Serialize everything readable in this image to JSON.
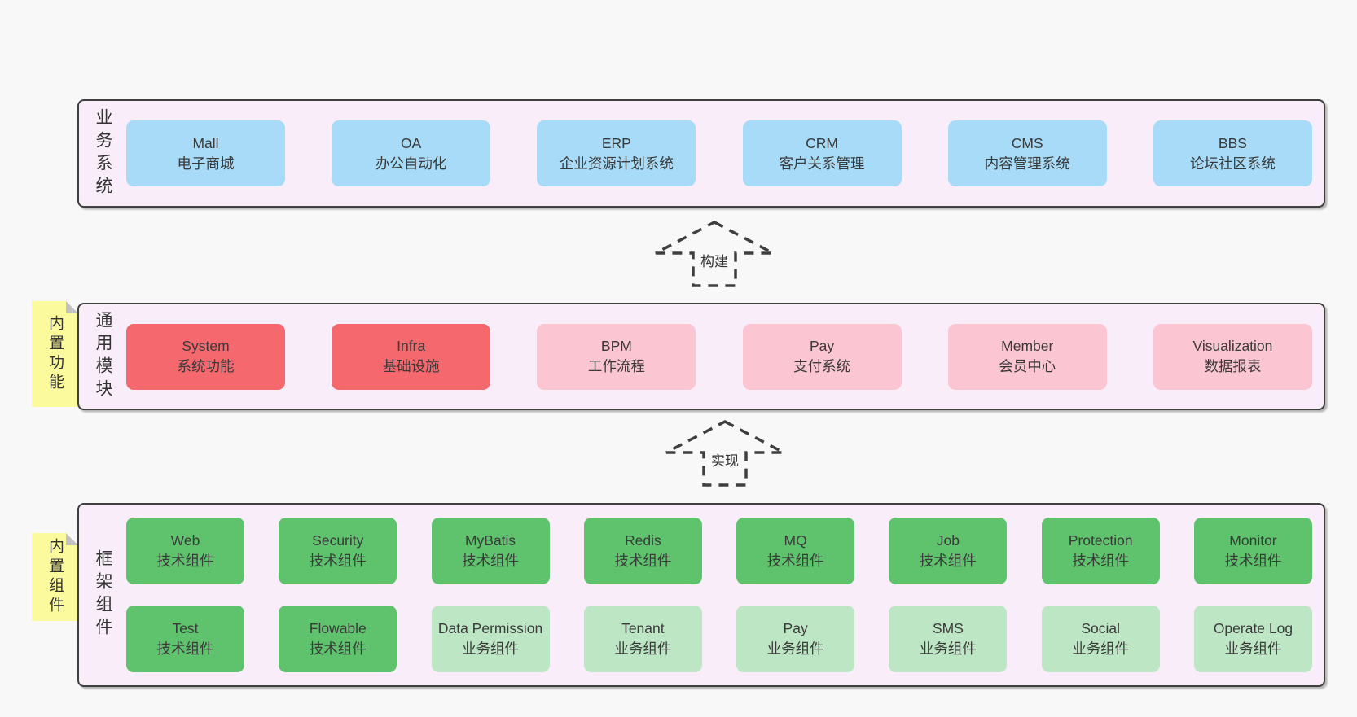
{
  "page": {
    "background": "#f8f8f8"
  },
  "colors": {
    "page_bg": "#f8f8f8",
    "band_bg": "#f8edf8",
    "band_border": "#3f3f3f",
    "text": "#3a3a3a",
    "blue": "#a8dbf7",
    "red": "#f5696e",
    "pink": "#fbc5d2",
    "green_dark": "#5fc36d",
    "green_light": "#bde6c5",
    "note_yellow": "#fbfa9c"
  },
  "arrows": [
    {
      "label": "构建"
    },
    {
      "label": "实现"
    }
  ],
  "notes": [
    {
      "label": "内置功能"
    },
    {
      "label": "内置组件"
    }
  ],
  "bands": [
    {
      "label": "业务系统",
      "boxes": [
        {
          "name": "Mall",
          "desc": "电子商城",
          "type": "blue"
        },
        {
          "name": "OA",
          "desc": "办公自动化",
          "type": "blue"
        },
        {
          "name": "ERP",
          "desc": "企业资源计划系统",
          "type": "blue"
        },
        {
          "name": "CRM",
          "desc": "客户关系管理",
          "type": "blue"
        },
        {
          "name": "CMS",
          "desc": "内容管理系统",
          "type": "blue"
        },
        {
          "name": "BBS",
          "desc": "论坛社区系统",
          "type": "blue"
        }
      ]
    },
    {
      "label": "通用模块",
      "note": "内置功能",
      "boxes": [
        {
          "name": "System",
          "desc": "系统功能",
          "type": "red"
        },
        {
          "name": "Infra",
          "desc": "基础设施",
          "type": "red"
        },
        {
          "name": "BPM",
          "desc": "工作流程",
          "type": "pink"
        },
        {
          "name": "Pay",
          "desc": "支付系统",
          "type": "pink"
        },
        {
          "name": "Member",
          "desc": "会员中心",
          "type": "pink"
        },
        {
          "name": "Visualization",
          "desc": "数据报表",
          "type": "pink"
        }
      ]
    },
    {
      "label": "框架组件",
      "note": "内置组件",
      "rows": [
        [
          {
            "name": "Web",
            "desc": "技术组件",
            "type": "green"
          },
          {
            "name": "Security",
            "desc": "技术组件",
            "type": "green"
          },
          {
            "name": "MyBatis",
            "desc": "技术组件",
            "type": "green"
          },
          {
            "name": "Redis",
            "desc": "技术组件",
            "type": "green"
          },
          {
            "name": "MQ",
            "desc": "技术组件",
            "type": "green"
          },
          {
            "name": "Job",
            "desc": "技术组件",
            "type": "green"
          },
          {
            "name": "Protection",
            "desc": "技术组件",
            "type": "green"
          },
          {
            "name": "Monitor",
            "desc": "技术组件",
            "type": "green"
          }
        ],
        [
          {
            "name": "Test",
            "desc": "技术组件",
            "type": "green"
          },
          {
            "name": "Flowable",
            "desc": "技术组件",
            "type": "green"
          },
          {
            "name": "Data Permission",
            "desc": "业务组件",
            "type": "green-light"
          },
          {
            "name": "Tenant",
            "desc": "业务组件",
            "type": "green-light"
          },
          {
            "name": "Pay",
            "desc": "业务组件",
            "type": "green-light"
          },
          {
            "name": "SMS",
            "desc": "业务组件",
            "type": "green-light"
          },
          {
            "name": "Social",
            "desc": "业务组件",
            "type": "green-light"
          },
          {
            "name": "Operate Log",
            "desc": "业务组件",
            "type": "green-light"
          }
        ]
      ]
    }
  ]
}
